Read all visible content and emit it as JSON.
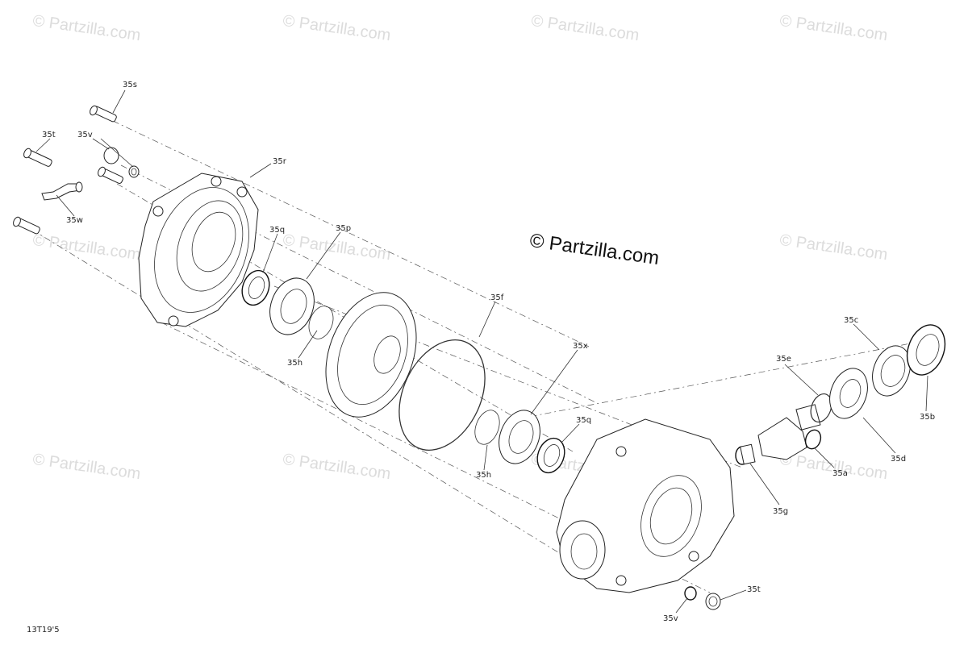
{
  "watermark_text": "© Partzilla.com",
  "center_watermark": "© Partzilla.com",
  "diagram_code": "13T19'5",
  "callouts": [
    {
      "id": "35s",
      "label": "35s"
    },
    {
      "id": "35t_top",
      "label": "35t"
    },
    {
      "id": "35v_top",
      "label": "35v"
    },
    {
      "id": "35r",
      "label": "35r"
    },
    {
      "id": "35w",
      "label": "35w"
    },
    {
      "id": "35q_top",
      "label": "35q"
    },
    {
      "id": "35p",
      "label": "35p"
    },
    {
      "id": "35h_top",
      "label": "35h"
    },
    {
      "id": "35f",
      "label": "35f"
    },
    {
      "id": "35x",
      "label": "35x"
    },
    {
      "id": "35q_bottom",
      "label": "35q"
    },
    {
      "id": "35h_bottom",
      "label": "35h"
    },
    {
      "id": "35c",
      "label": "35c"
    },
    {
      "id": "35e",
      "label": "35e"
    },
    {
      "id": "35b",
      "label": "35b"
    },
    {
      "id": "35d",
      "label": "35d"
    },
    {
      "id": "35a",
      "label": "35a"
    },
    {
      "id": "35g",
      "label": "35g"
    },
    {
      "id": "35t_bottom",
      "label": "35t"
    },
    {
      "id": "35v_bottom",
      "label": "35v"
    }
  ]
}
